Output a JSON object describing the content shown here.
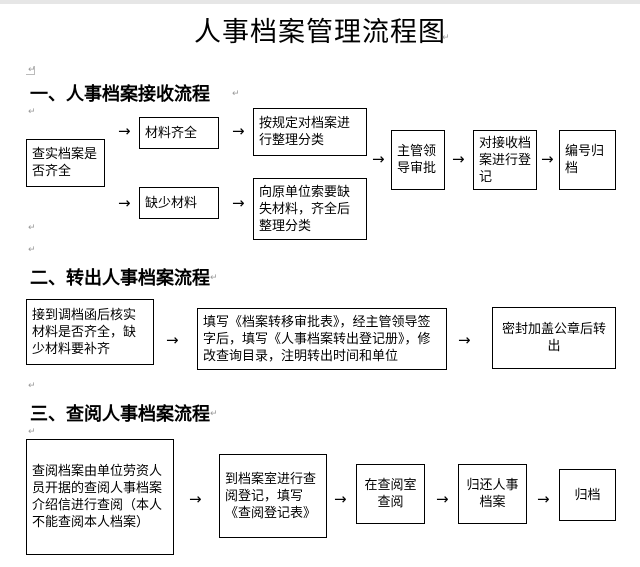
{
  "title": "人事档案管理流程图",
  "paragraph_mark": "↵",
  "arrow_glyph": "→",
  "section1": {
    "heading": "一、人事档案接收流程",
    "start": "查实档案是否齐全",
    "complete": "材料齐全",
    "missing": "缺少材料",
    "classify": "按规定对档案进行整理分类",
    "request": "向原单位索要缺失材料，齐全后整理分类",
    "approve": "主管领导审批",
    "register": "对接收档案进行登记",
    "number": "编号归档"
  },
  "section2": {
    "heading": "二、转出人事档案流程",
    "check": "接到调档函后核实材料是否齐全，缺少材料要补齐",
    "fill": "填写《档案转移审批表》，经主管领导签字后，填写《人事档案转出登记册》，修改查询目录，注明转出时间和单位",
    "seal": "密封加盖公章后转出"
  },
  "section3": {
    "heading": "三、查阅人事档案流程",
    "letter": "查阅档案由单位劳资人员开据的查阅人事档案介绍信进行查阅（本人不能查阅本人档案）",
    "register": "到档案室进行查阅登记，填写《查阅登记表》",
    "review": "在查阅室查阅",
    "return": "归还人事档案",
    "archive": "归档"
  }
}
